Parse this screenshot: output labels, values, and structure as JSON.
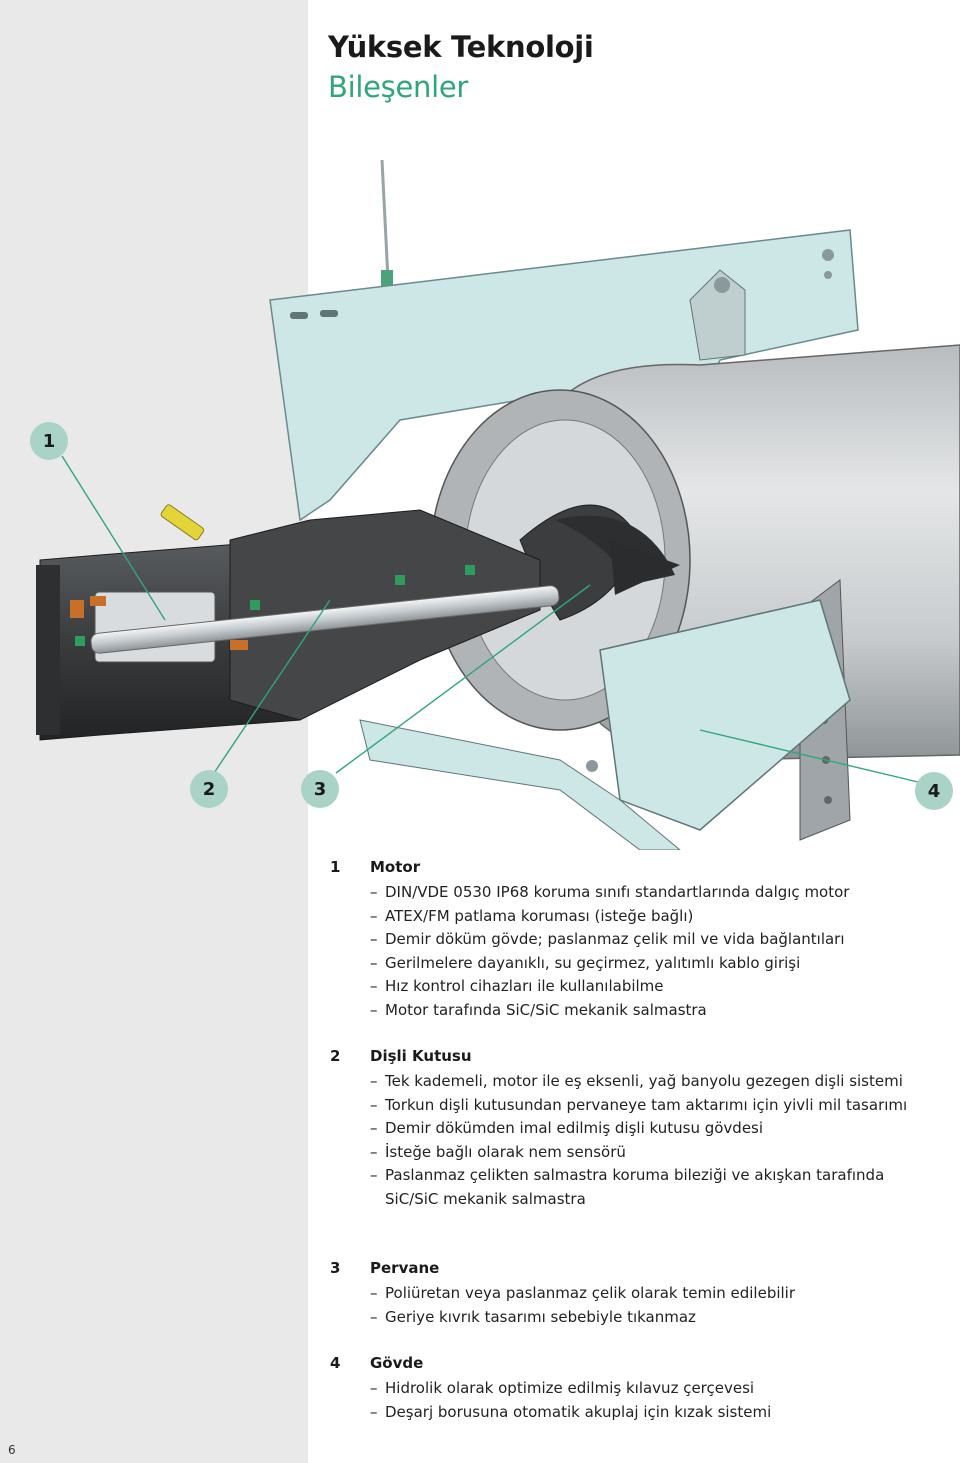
{
  "header": {
    "title": "Yüksek Teknoloji",
    "subtitle": "Bileşenler"
  },
  "callouts": [
    "1",
    "2",
    "3",
    "4"
  ],
  "sections": [
    {
      "num": "1",
      "title": "Motor",
      "items": [
        "DIN/VDE 0530 IP68 koruma sınıfı standartlarında dalgıç motor",
        "ATEX/FM patlama koruması (isteğe bağlı)",
        "Demir döküm gövde; paslanmaz çelik mil ve vida bağlantıları",
        "Gerilmelere dayanıklı, su geçirmez, yalıtımlı kablo girişi",
        "Hız kontrol cihazları ile kullanılabilme",
        "Motor tarafında SiC/SiC mekanik salmastra"
      ]
    },
    {
      "num": "2",
      "title": "Dişli Kutusu",
      "items": [
        "Tek kademeli, motor ile eş eksenli, yağ banyolu gezegen dişli sistemi",
        "Torkun dişli kutusundan pervaneye tam aktarımı için yivli mil tasarımı",
        "Demir dökümden imal edilmiş dişli kutusu gövdesi",
        "İsteğe bağlı olarak nem sensörü",
        "Paslanmaz çelikten salmastra koruma bileziği ve akışkan tarafında SiC/SiC mekanik salmastra"
      ]
    },
    {
      "num": "3",
      "title": "Pervane",
      "items": [
        "Poliüretan veya paslanmaz çelik olarak temin edilebilir",
        "Geriye kıvrık tasarımı sebebiyle tıkanmaz"
      ]
    },
    {
      "num": "4",
      "title": "Gövde",
      "items": [
        "Hidrolik olarak optimize edilmiş kılavuz çerçevesi",
        "Deşarj borusuna otomatik akuplaj için kızak sistemi"
      ]
    }
  ],
  "page_number": "6",
  "colors": {
    "accent_green": "#2fa67a",
    "callout_bg": "#a8d3c6",
    "left_band": "#e9e9e9",
    "bracket": "#cde6e6"
  }
}
